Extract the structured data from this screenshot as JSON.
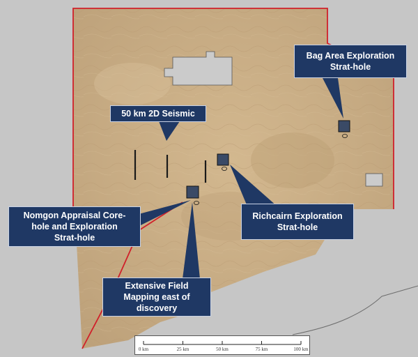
{
  "map": {
    "colors": {
      "background": "#c6c6c6",
      "terrain": "#c8ab82",
      "boundary": "#d0202a",
      "callout": "#1f3864",
      "marker": "#3a4a66",
      "seismic_line": "#1a1a1a",
      "exclusion_area": "#cbcbcb"
    },
    "callouts": {
      "bag_area": [
        "Bag Area Exploration",
        "Strat-hole"
      ],
      "seismic": [
        "50 km 2D Seismic"
      ],
      "nomgon": [
        "Nomgon Appraisal Core-",
        "hole and  Exploration",
        "Strat-hole"
      ],
      "richcairn": [
        "Richcairn Exploration",
        "Strat-hole"
      ],
      "field_mapping": [
        "Extensive Field",
        "Mapping east of",
        "discovery"
      ]
    },
    "scalebar": {
      "labels": [
        "0 km",
        "25 km",
        "50 km",
        "75 km",
        "100 km"
      ]
    }
  }
}
